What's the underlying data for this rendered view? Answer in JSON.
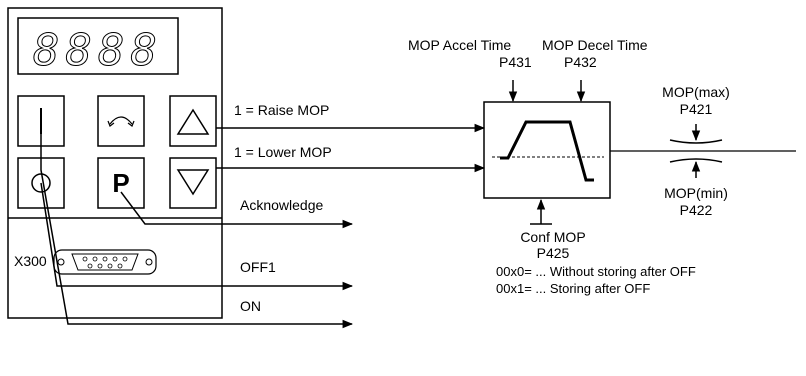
{
  "panel": {
    "display_digits": "8888",
    "connector_label": "X300",
    "buttons": {
      "on": "I",
      "off": "O",
      "reverse": "↶",
      "parameter": "P",
      "up": "▲",
      "down": "▼"
    }
  },
  "signals": {
    "raise": "1 = Raise MOP",
    "lower": "1 = Lower MOP",
    "acknowledge": "Acknowledge",
    "off1": "OFF1",
    "on": "ON"
  },
  "mop": {
    "accel_label": "MOP Accel Time",
    "accel_param": "P431",
    "decel_label": "MOP Decel Time",
    "decel_param": "P432",
    "max_label": "MOP(max)",
    "max_param": "P421",
    "min_label": "MOP(min)",
    "min_param": "P422",
    "conf_label": "Conf MOP",
    "conf_param": "P425",
    "conf_option_0": "00x0= ... Without storing after OFF",
    "conf_option_1": "00x1= ... Storing after OFF"
  },
  "colors": {
    "line": "#000000",
    "background": "#ffffff"
  }
}
